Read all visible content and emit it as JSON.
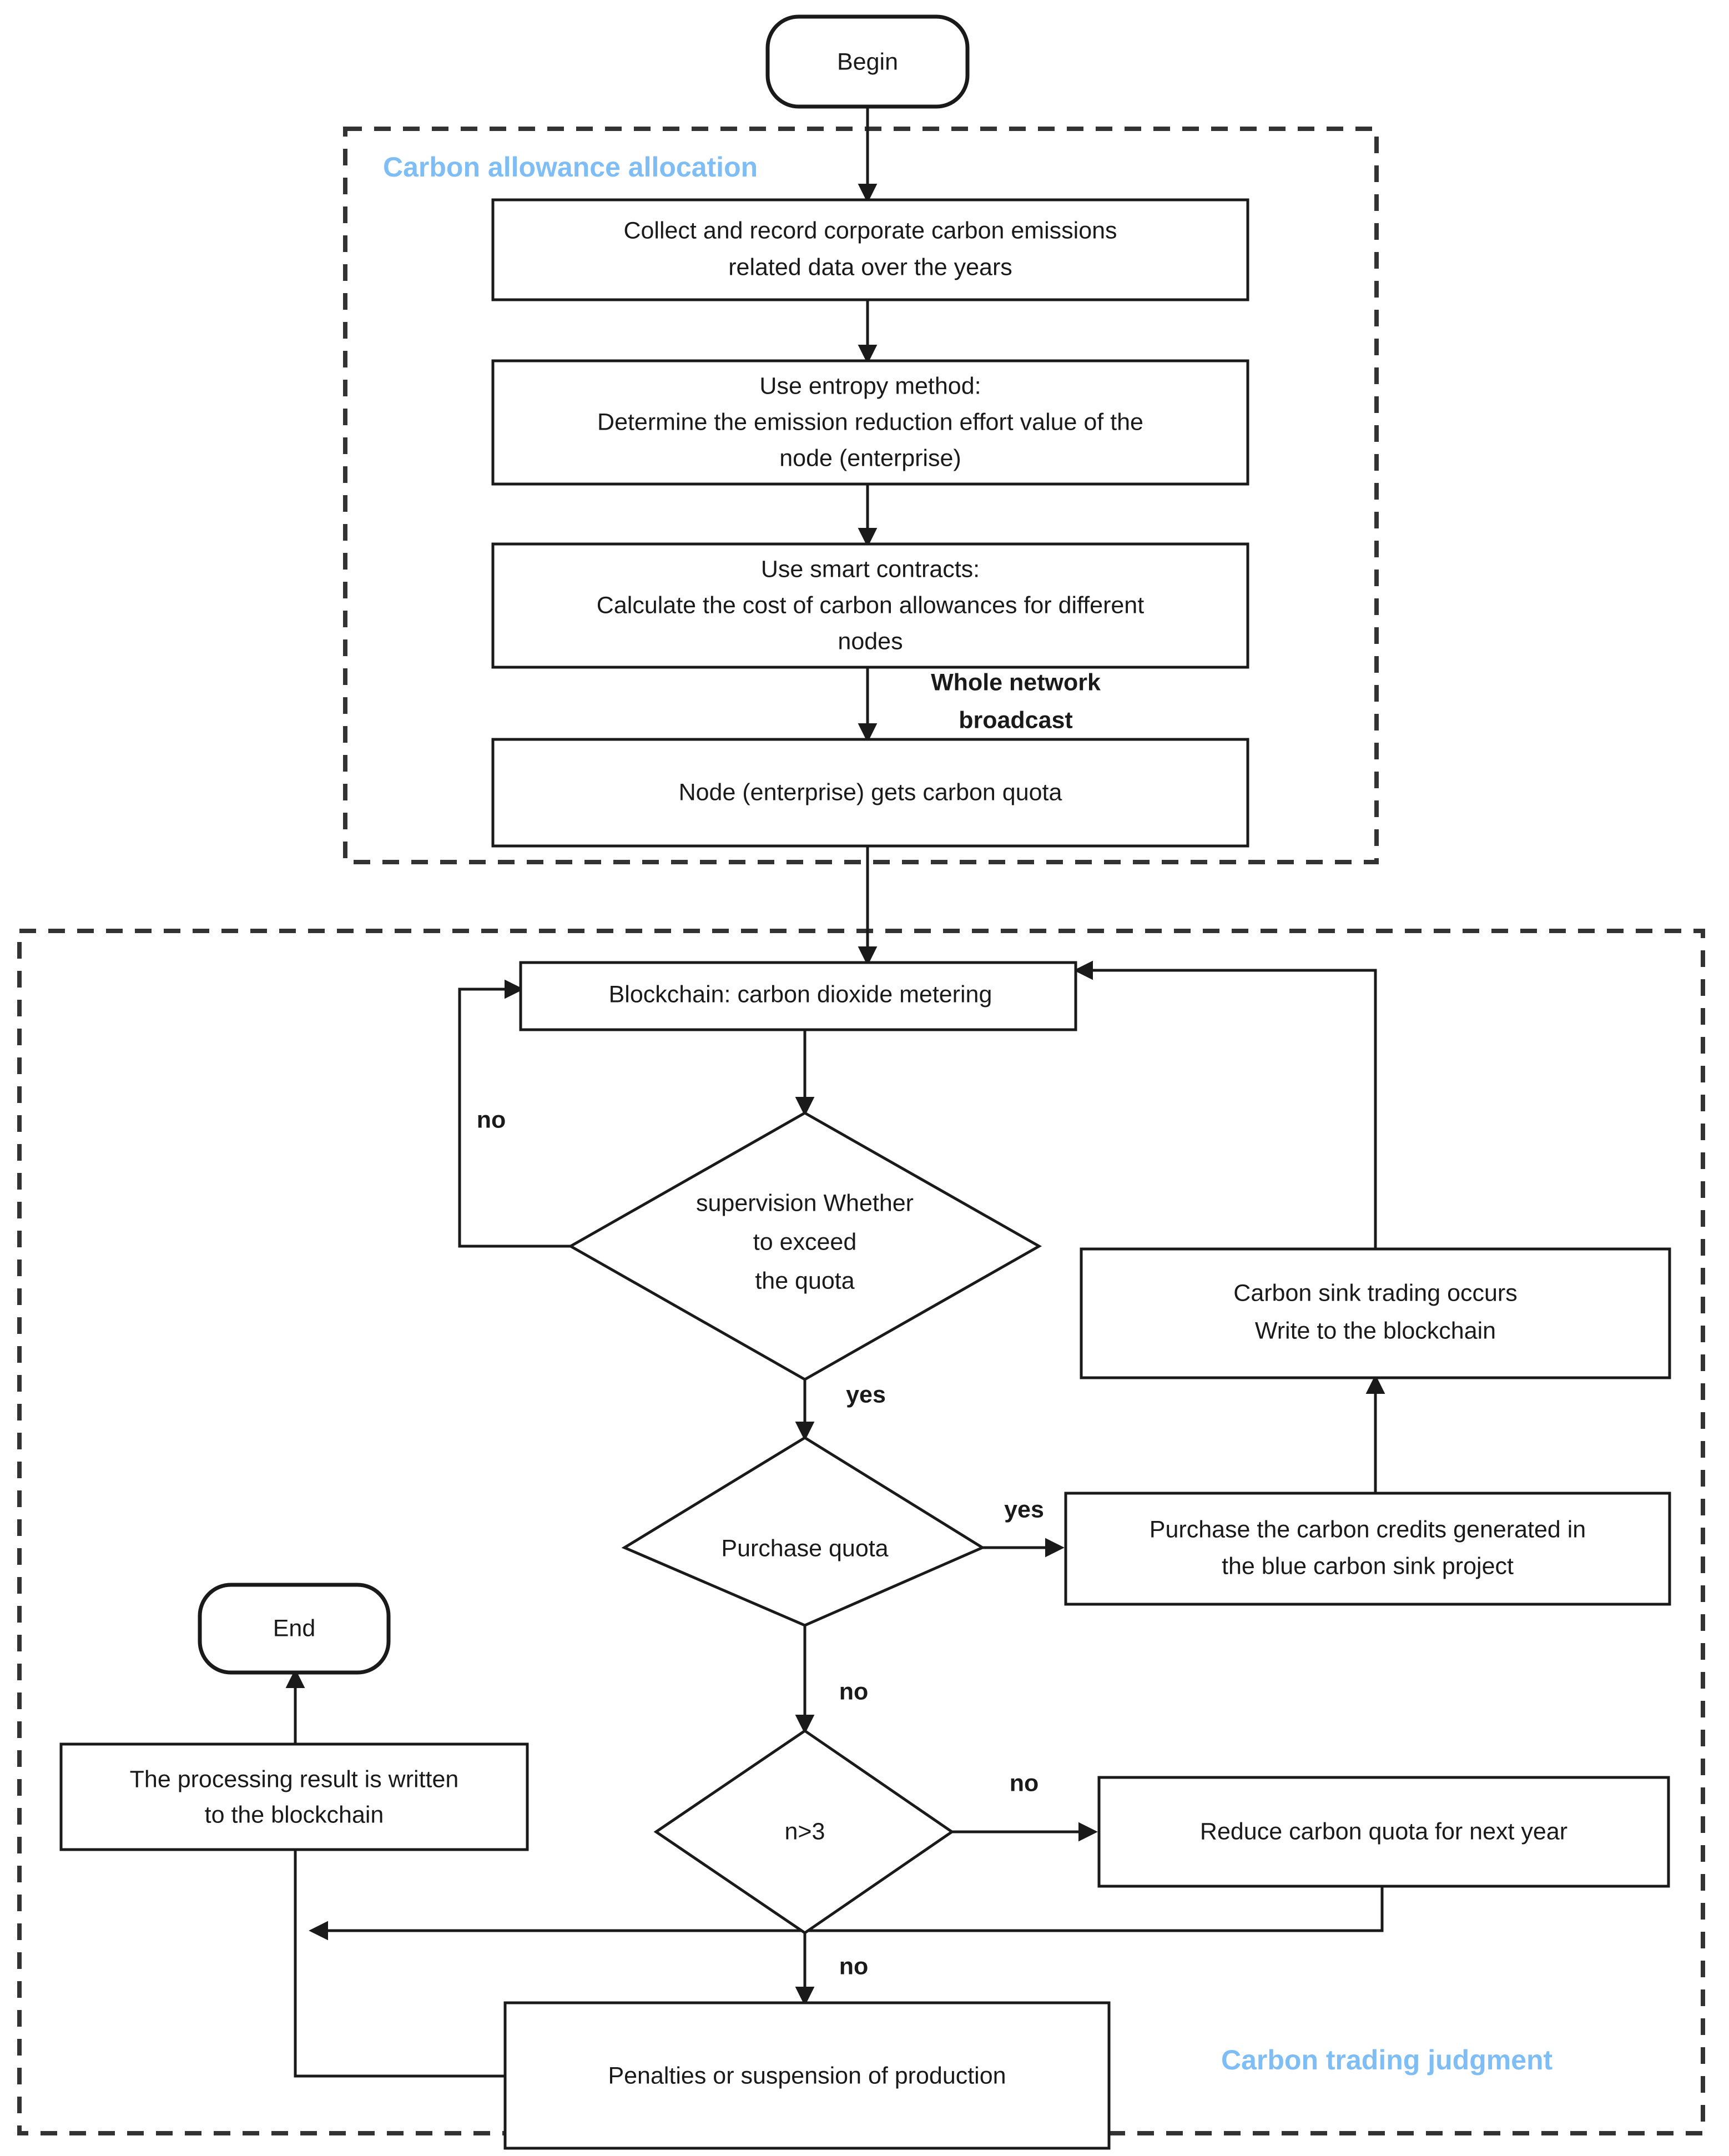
{
  "diagram": {
    "type": "flowchart",
    "title": "Carbon allowance allocation and carbon trading judgment flow",
    "accent_color": "#7fbdf5",
    "line_color": "#1a1a1a",
    "background": "#ffffff"
  },
  "groups": [
    {
      "id": "g1",
      "label": "Carbon allowance allocation"
    },
    {
      "id": "g2",
      "label": "Carbon trading judgment"
    }
  ],
  "nodes": {
    "begin": {
      "shape": "terminator",
      "label": "Begin"
    },
    "collect": {
      "shape": "process",
      "line1": "Collect and record corporate carbon emissions",
      "line2": "related data over the years"
    },
    "entropy": {
      "shape": "process",
      "line1": "Use entropy method:",
      "line2": "Determine the emission reduction effort value of the",
      "line3": "node (enterprise)"
    },
    "smart": {
      "shape": "process",
      "line1": "Use smart contracts:",
      "line2": "Calculate the cost of carbon allowances for different",
      "line3": "nodes"
    },
    "quota": {
      "shape": "process",
      "line1": "Node (enterprise) gets carbon quota"
    },
    "metering": {
      "shape": "process",
      "line1": "Blockchain: carbon dioxide metering"
    },
    "supervision": {
      "shape": "decision",
      "line1": "supervision Whether",
      "line2": "to exceed",
      "line3": "the quota"
    },
    "sinktrade": {
      "shape": "process",
      "line1": "Carbon sink trading occurs",
      "line2": "Write to the blockchain"
    },
    "purchase": {
      "shape": "decision",
      "line1": "Purchase quota"
    },
    "credits": {
      "shape": "process",
      "line1": "Purchase the carbon credits generated in",
      "line2": "the blue carbon sink project"
    },
    "ngt3": {
      "shape": "decision",
      "line1": "n>3"
    },
    "reduce": {
      "shape": "process",
      "line1": "Reduce carbon quota for next year"
    },
    "penalties": {
      "shape": "process",
      "line1": "Penalties or suspension of production"
    },
    "written": {
      "shape": "process",
      "line1": "The processing result is written",
      "line2": "to the blockchain"
    },
    "end": {
      "shape": "terminator",
      "label": "End"
    }
  },
  "edge_labels": {
    "broadcast_l1": "Whole network",
    "broadcast_l2": "broadcast",
    "supervision_no": "no",
    "supervision_yes": "yes",
    "purchase_yes": "yes",
    "purchase_no": "no",
    "ngt3_no_right": "no",
    "ngt3_no_down": "no"
  },
  "edges": [
    {
      "from": "begin",
      "to": "collect",
      "label": ""
    },
    {
      "from": "collect",
      "to": "entropy",
      "label": ""
    },
    {
      "from": "entropy",
      "to": "smart",
      "label": ""
    },
    {
      "from": "smart",
      "to": "quota",
      "label": "Whole network broadcast"
    },
    {
      "from": "quota",
      "to": "metering",
      "label": ""
    },
    {
      "from": "metering",
      "to": "supervision",
      "label": ""
    },
    {
      "from": "supervision",
      "to": "metering",
      "label": "no"
    },
    {
      "from": "supervision",
      "to": "purchase",
      "label": "yes"
    },
    {
      "from": "purchase",
      "to": "credits",
      "label": "yes"
    },
    {
      "from": "credits",
      "to": "sinktrade",
      "label": ""
    },
    {
      "from": "sinktrade",
      "to": "metering",
      "label": ""
    },
    {
      "from": "purchase",
      "to": "ngt3",
      "label": "no"
    },
    {
      "from": "ngt3",
      "to": "reduce",
      "label": "no"
    },
    {
      "from": "reduce",
      "to": "written",
      "label": ""
    },
    {
      "from": "ngt3",
      "to": "penalties",
      "label": "no"
    },
    {
      "from": "penalties",
      "to": "written",
      "label": ""
    },
    {
      "from": "written",
      "to": "end",
      "label": ""
    }
  ]
}
